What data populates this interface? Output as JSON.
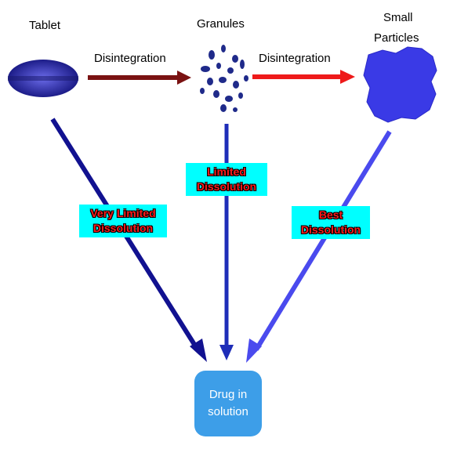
{
  "stages": {
    "tablet": "Tablet",
    "granules": "Granules",
    "small_particles": [
      "Small",
      "Particles"
    ]
  },
  "transitions": {
    "first": "Disintegration",
    "second": "Disintegration"
  },
  "dissolution": {
    "tablet": [
      "Very Limited",
      "Dissolution"
    ],
    "granules": [
      "Limited",
      "Dissolution"
    ],
    "particles": [
      "Best",
      "Dissolution"
    ]
  },
  "result": [
    "Drug in",
    "solution"
  ],
  "colors": {
    "tablet_arrow": "#111190",
    "granule_arrow": "#1e2db8",
    "particle_arrow": "#4a4aee",
    "disintegration_arrow_1": "#7a1212",
    "disintegration_arrow_2": "#ee1a1a",
    "label_box": "#00ffff",
    "label_text": "#ff1a1a",
    "result_box": "#3d9ee8"
  },
  "icons": [
    "tablet-icon",
    "granules-icon",
    "small-particles-icon"
  ]
}
